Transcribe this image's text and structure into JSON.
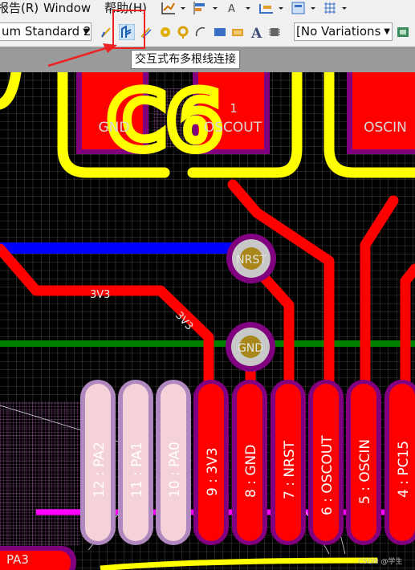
{
  "menu": {
    "report": "报告(R)",
    "window": "Window",
    "help": "帮助(H)"
  },
  "toolbar": {
    "standard_combo": "um Standard 2",
    "variations_combo": "[No Variations",
    "tooltip": "交互式布多根线连接"
  },
  "pcb": {
    "silk_ref": "C6",
    "pads_top": [
      {
        "label": "GND"
      },
      {
        "label": "1"
      },
      {
        "label": "OSCOUT"
      },
      {
        "label": "OSCIN"
      }
    ],
    "vias": [
      {
        "label": "NRST"
      },
      {
        "label": "GND"
      }
    ],
    "net_labels": [
      "3V3",
      "3V3"
    ],
    "pins": [
      "12 : PA2",
      "11 : PA1",
      "10 : PA0",
      "9 : 3V3",
      "8 : GND",
      "7 : NRST",
      "6 : OSCOUT",
      "5 : OSCIN",
      "4 : PC15"
    ],
    "bottom_label": "PA3",
    "watermark": "CSDN @学生"
  },
  "colors": {
    "board_bg": "#000000",
    "grid": "#7a7a7a",
    "top_copper": "#ff0000",
    "silkscreen": "#ffff00",
    "via_ring": "#c8c8c8",
    "via_hole": "#a8861a",
    "solder_mask": "#800080",
    "pad_inactive": "#f4d2d8",
    "blue_trace": "#0000ff",
    "green_trace": "#008000",
    "magenta_trace": "#ff00ff",
    "highlight": "#ee2222"
  }
}
